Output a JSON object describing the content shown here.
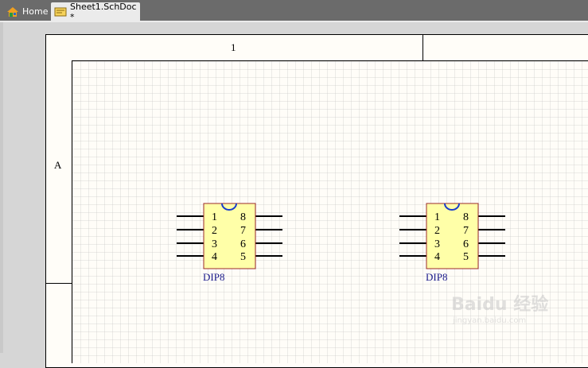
{
  "tabs": [
    {
      "label": "Home",
      "icon": "home-icon"
    },
    {
      "label": "Sheet1.SchDoc *",
      "icon": "schematic-doc-icon"
    }
  ],
  "zones": {
    "column": "1",
    "row": "A"
  },
  "components": [
    {
      "designator": "DIP8",
      "left_pins": [
        "1",
        "2",
        "3",
        "4"
      ],
      "right_pins": [
        "8",
        "7",
        "6",
        "5"
      ]
    },
    {
      "designator": "DIP8",
      "left_pins": [
        "1",
        "2",
        "3",
        "4"
      ],
      "right_pins": [
        "8",
        "7",
        "6",
        "5"
      ]
    }
  ],
  "watermark": {
    "line1": "Baidu 经验",
    "line2": "jingyan.baidu.com"
  },
  "colors": {
    "body_fill": "#ffffa8",
    "body_stroke": "#9b2a2a",
    "designator": "#1a1a8c",
    "notch": "#1a3ccc"
  }
}
